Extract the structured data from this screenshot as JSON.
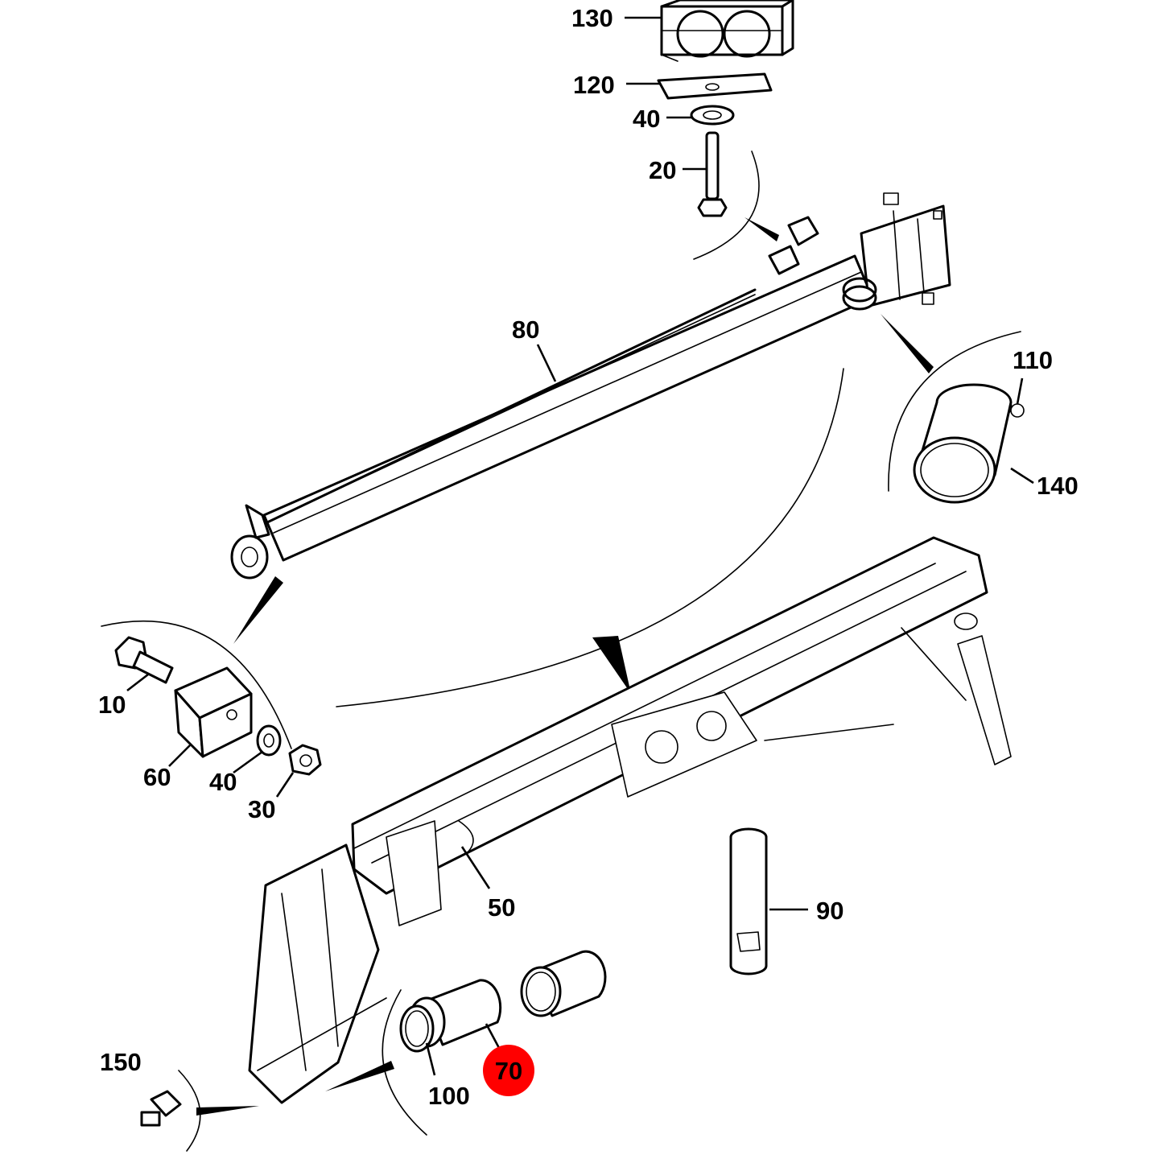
{
  "colors": {
    "line": "#000000",
    "background": "#ffffff",
    "highlight": "#ff0000"
  },
  "callouts": {
    "c130": "130",
    "c120": "120",
    "c40_top": "40",
    "c20": "20",
    "c80": "80",
    "c110": "110",
    "c140": "140",
    "c10": "10",
    "c60": "60",
    "c40_bottom": "40",
    "c30": "30",
    "c50": "50",
    "c90": "90",
    "c150": "150",
    "c100": "100",
    "c70": "70"
  },
  "highlighted_callout": "70"
}
